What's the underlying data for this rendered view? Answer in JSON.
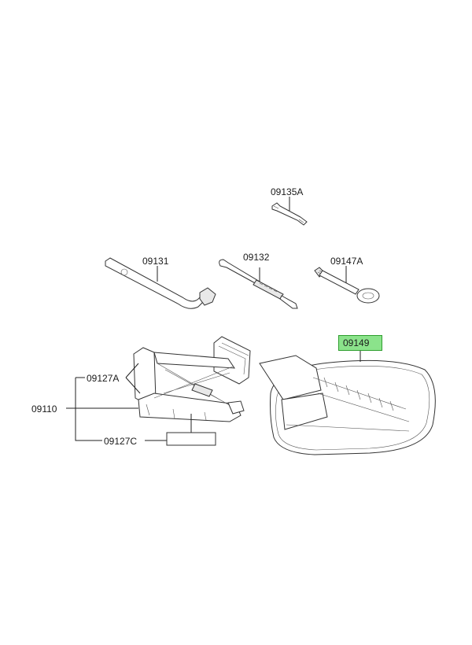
{
  "labels": {
    "p09135A": "09135A",
    "p09131": "09131",
    "p09132": "09132",
    "p09147A": "09147A",
    "p09149": "09149",
    "p09127A": "09127A",
    "p09110": "09110",
    "p09127C": "09127C"
  },
  "highlight": {
    "part": "09149",
    "fill_color": "#8be38b",
    "border_color": "#2f9e2f"
  }
}
